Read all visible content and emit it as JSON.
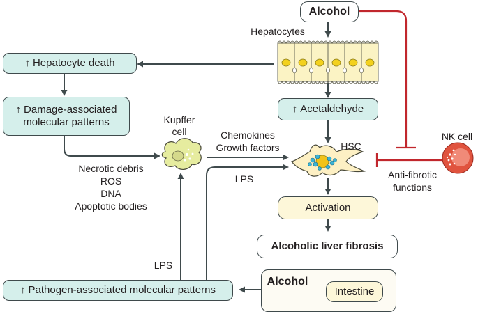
{
  "nodes": {
    "alcohol_top": "Alcohol",
    "hepatocytes": "Hepatocytes",
    "hepatocyte_death": "Hepatocyte death",
    "damp_line1": "Damage-associated",
    "damp_line2": "molecular patterns",
    "kupffer_line1": "Kupffer",
    "kupffer_line2": "cell",
    "acetaldehyde": "Acetaldehyde",
    "hsc": "HSC",
    "nk_cell": "NK cell",
    "activation": "Activation",
    "fibrosis": "Alcoholic liver fibrosis",
    "pamp": "Pathogen-associated molecular patterns",
    "alcohol_intestine": "Alcohol",
    "intestine": "Intestine",
    "increase_symbol": "↑"
  },
  "labels": {
    "chemokines": "Chemokines",
    "growth_factors": "Growth factors",
    "lps_hsc": "LPS",
    "lps_pamp": "LPS",
    "anti_fibrotic_line1": "Anti-fibrotic",
    "anti_fibrotic_line2": "functions",
    "damp_list": [
      "Necrotic debris",
      "ROS",
      "DNA",
      "Apoptotic bodies"
    ]
  },
  "colors": {
    "arrow": "#3f4a4c",
    "inhibition": "#c1272d",
    "teal_fill": "#d5efeb",
    "cream_fill": "#fdf7d9",
    "kupffer_fill": "#e6ec9f",
    "hsc_fill": "#fdf0c4",
    "hsc_droplet": "#3bb3d6",
    "nucleus": "#f2c218",
    "nk_fill": "#e0533e"
  }
}
